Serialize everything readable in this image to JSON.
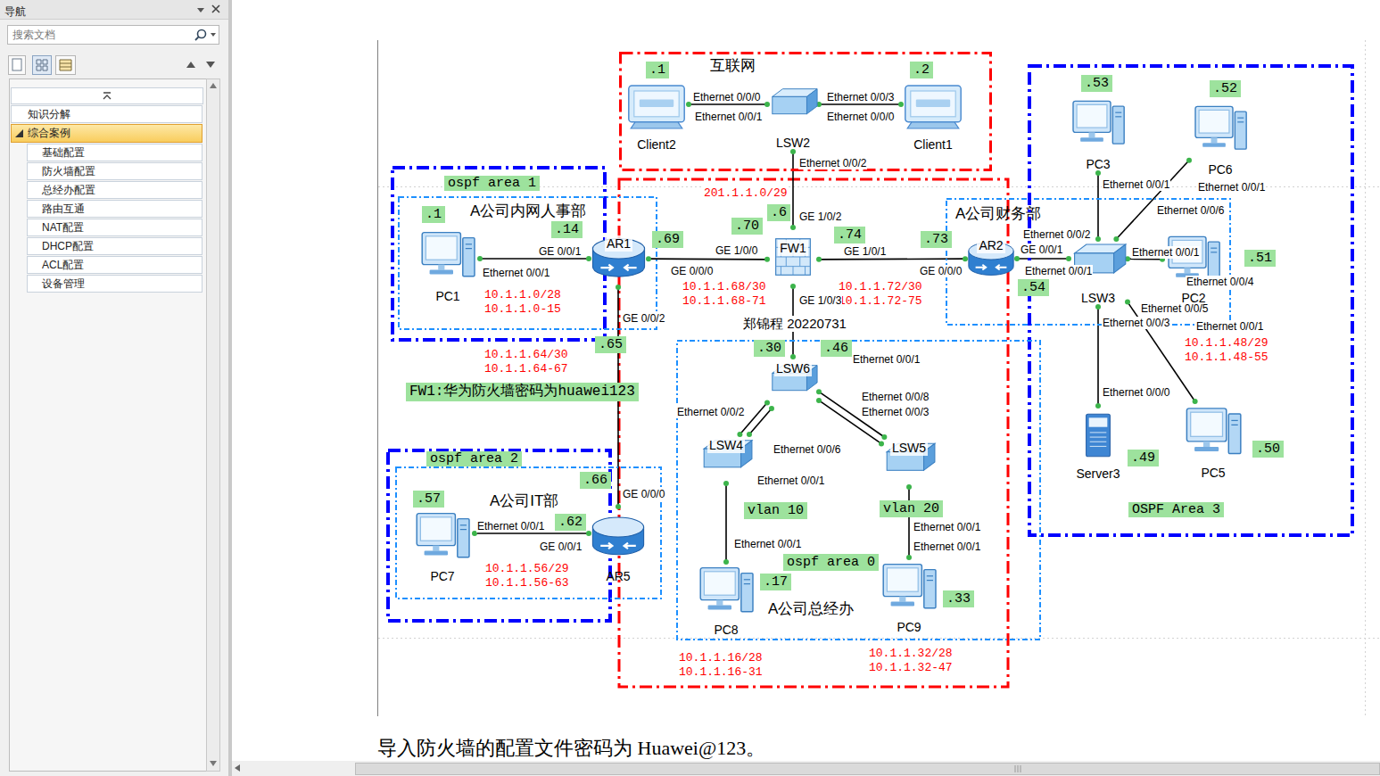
{
  "diagram": {
    "nodes": [
      {
        "text": [
          "搜索文档"
        ]
      },
      {
        "text": [
          "知识分解"
        ]
      },
      {
        "text": [
          "综合案例"
        ]
      },
      {
        "text": [
          "基础配置"
        ]
      },
      {
        "text": [
          "防火墙配置"
        ]
      },
      {
        "text": [
          "总经办配置"
        ]
      },
      {
        "text": [
          "路由互通"
        ]
      },
      {
        "text": [
          "NAT配置"
        ]
      },
      {
        "text": [
          "DHCP配置"
        ]
      },
      {
        "text": [
          "ACL配置"
        ]
      },
      {
        "text": [
          "设备管理"
        ]
      },
      {
        "text": [
          "互联网"
        ]
      },
      {
        "text": [
          "Client2"
        ],
        "in": 11
      },
      {
        "text": [
          "LSW2"
        ],
        "in": 11
      },
      {
        "text": [
          "Client1"
        ],
        "in": 11
      },
      {
        "text": [
          "ospf area 1"
        ]
      },
      {
        "text": [
          "A公司内网人事部"
        ]
      },
      {
        "text": [
          "PC1"
        ],
        "in": 16
      },
      {
        "text": [
          "AR1"
        ],
        "in": 16
      },
      {
        "text": [
          "FW1"
        ]
      },
      {
        "text": [
          "A公司财务部"
        ]
      },
      {
        "text": [
          "AR2"
        ],
        "in": 20
      },
      {
        "text": [
          "LSW3"
        ],
        "in": 20
      },
      {
        "text": [
          "PC2"
        ],
        "in": 20
      },
      {
        "text": [
          "OSPF Area 3"
        ]
      },
      {
        "text": [
          "PC3"
        ],
        "in": 24
      },
      {
        "text": [
          "PC6"
        ],
        "in": 24
      },
      {
        "text": [
          "Server3"
        ],
        "in": 24
      },
      {
        "text": [
          "PC5"
        ],
        "in": 24
      },
      {
        "text": [
          "A公司总经办"
        ]
      },
      {
        "text": [
          "LSW6"
        ],
        "in": 29
      },
      {
        "text": [
          "LSW4"
        ],
        "in": 29
      },
      {
        "text": [
          "LSW5"
        ],
        "in": 29
      },
      {
        "text": [
          "PC8"
        ],
        "in": 29
      },
      {
        "text": [
          "PC9"
        ],
        "in": 29
      },
      {
        "text": [
          "ospf area 2"
        ]
      },
      {
        "text": [
          "A公司IT部"
        ]
      },
      {
        "text": [
          "PC7"
        ],
        "in": 36
      },
      {
        "text": [
          "AR5"
        ],
        "in": 36
      }
    ],
    "edges": [
      {
        "from": 12,
        "to": 13,
        "arrow": "none"
      },
      {
        "from": 13,
        "to": 14,
        "arrow": "none"
      },
      {
        "from": 13,
        "to": 19,
        "arrow": "none"
      },
      {
        "from": 17,
        "to": 18,
        "arrow": "none"
      },
      {
        "from": 18,
        "to": 19,
        "arrow": "none"
      },
      {
        "from": 19,
        "to": 21,
        "arrow": "none"
      },
      {
        "from": 21,
        "to": 22,
        "arrow": "none"
      },
      {
        "from": 22,
        "to": 25,
        "arrow": "none"
      },
      {
        "from": 22,
        "to": 26,
        "arrow": "none"
      },
      {
        "from": 22,
        "to": 23,
        "arrow": "none"
      },
      {
        "from": 22,
        "to": 27,
        "arrow": "none"
      },
      {
        "from": 22,
        "to": 28,
        "arrow": "none"
      },
      {
        "from": 19,
        "to": 30,
        "arrow": "none"
      },
      {
        "from": 30,
        "to": 31,
        "arrow": "none"
      },
      {
        "from": 30,
        "to": 31,
        "arrow": "none"
      },
      {
        "from": 30,
        "to": 32,
        "arrow": "none"
      },
      {
        "from": 30,
        "to": 32,
        "arrow": "none"
      },
      {
        "from": 31,
        "to": 33,
        "arrow": "none"
      },
      {
        "from": 32,
        "to": 34,
        "arrow": "none"
      },
      {
        "from": 18,
        "to": 38,
        "arrow": "none"
      },
      {
        "from": 38,
        "to": 37,
        "arrow": "none"
      }
    ],
    "labels": [
      "导航",
      "201.1.1.0/29",
      ".1",
      ".2",
      "Ethernet 0/0/0",
      "Ethernet 0/0/1",
      "Ethernet 0/0/3",
      "Ethernet 0/0/0",
      "Ethernet 0/0/2",
      ".6",
      "GE 1/0/2",
      ".1",
      ".14",
      "GE 0/0/1",
      "Ethernet 0/0/1",
      "10.1.1.0/28",
      "10.1.1.0-15",
      ".69",
      "GE 0/0/0",
      ".70",
      "GE 1/0/0",
      "10.1.1.68/30",
      "10.1.1.68-71",
      ".74",
      "GE 1/0/1",
      "10.1.1.72/30",
      "10.1.1.72-75",
      ".73",
      "GE 0/0/0",
      "GE 0/0/2",
      ".65",
      "10.1.1.64/30",
      "10.1.1.64-67",
      "FW1:华为防火墙密码为huawei123",
      "GE 1/0/3",
      "郑锦程 20220731",
      ".30",
      ".46",
      "Ethernet 0/0/1",
      "Ethernet 0/0/2",
      "Ethernet 0/0/6",
      "Ethernet 0/0/8",
      "Ethernet 0/0/3",
      "Ethernet 0/0/1",
      "vlan 10",
      "vlan 20",
      "Ethernet 0/0/1",
      "Ethernet 0/0/1",
      "Ethernet 0/0/1",
      "ospf area 0",
      ".17",
      ".33",
      "10.1.1.16/28",
      "10.1.1.16-31",
      "10.1.1.32/28",
      "10.1.1.32-47",
      ".66",
      "GE 0/0/0",
      ".57",
      ".62",
      "Ethernet 0/0/1",
      "GE 0/0/1",
      "10.1.1.56/29",
      "10.1.1.56-63",
      ".53",
      ".52",
      "Ethernet 0/0/1",
      "Ethernet 0/0/1",
      "Ethernet 0/0/2",
      "Ethernet 0/0/6",
      "GE 0/0/1",
      "Ethernet 0/0/1",
      ".54",
      ".51",
      "Ethernet 0/0/1",
      "Ethernet 0/0/4",
      "Ethernet 0/0/5",
      "Ethernet 0/0/3",
      "Ethernet 0/0/1",
      "10.1.1.48/29",
      "10.1.1.48-55",
      "Ethernet 0/0/0",
      ".49",
      ".50",
      "导入防火墙的配置文件密码为 Huawei@123。"
    ]
  }
}
